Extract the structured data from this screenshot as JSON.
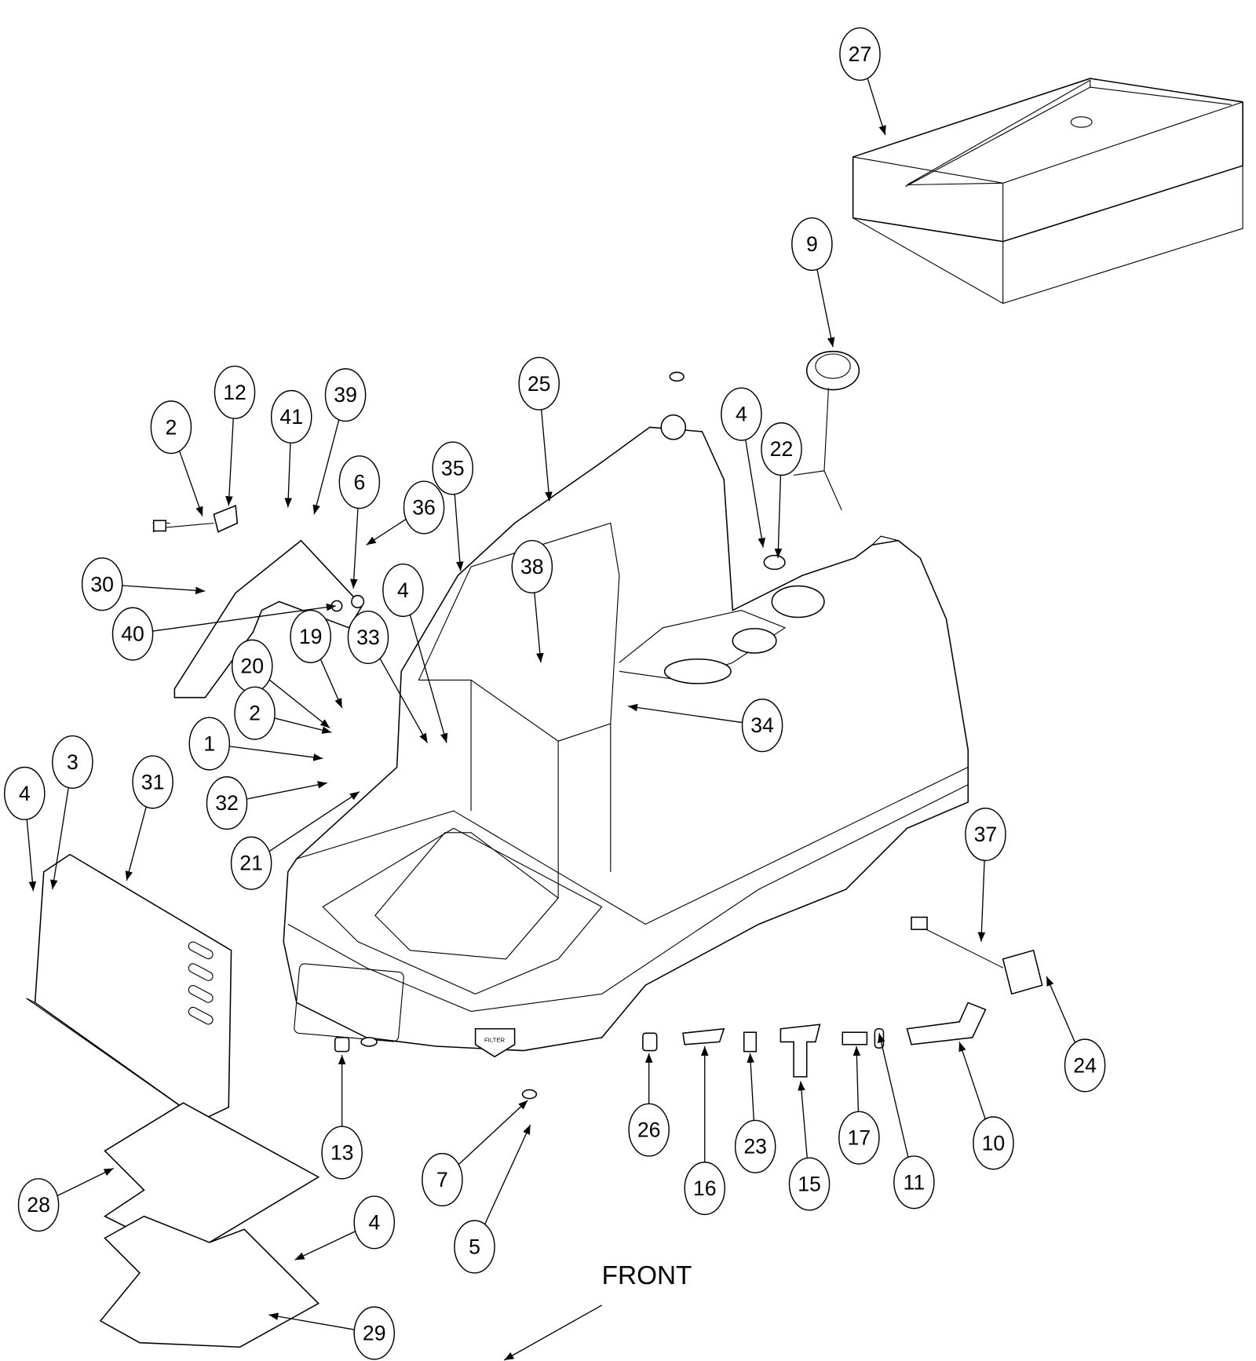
{
  "diagram": {
    "direction_label": "FRONT",
    "decal_label": "FILTER",
    "callouts": [
      "27",
      "9",
      "12",
      "2",
      "41",
      "39",
      "6",
      "36",
      "25",
      "35",
      "38",
      "4",
      "22",
      "30",
      "40",
      "19",
      "20",
      "2",
      "1",
      "4",
      "33",
      "34",
      "3",
      "4",
      "31",
      "32",
      "21",
      "37",
      "24",
      "10",
      "11",
      "17",
      "15",
      "23",
      "16",
      "26",
      "13",
      "7",
      "5",
      "28",
      "4",
      "29"
    ]
  }
}
